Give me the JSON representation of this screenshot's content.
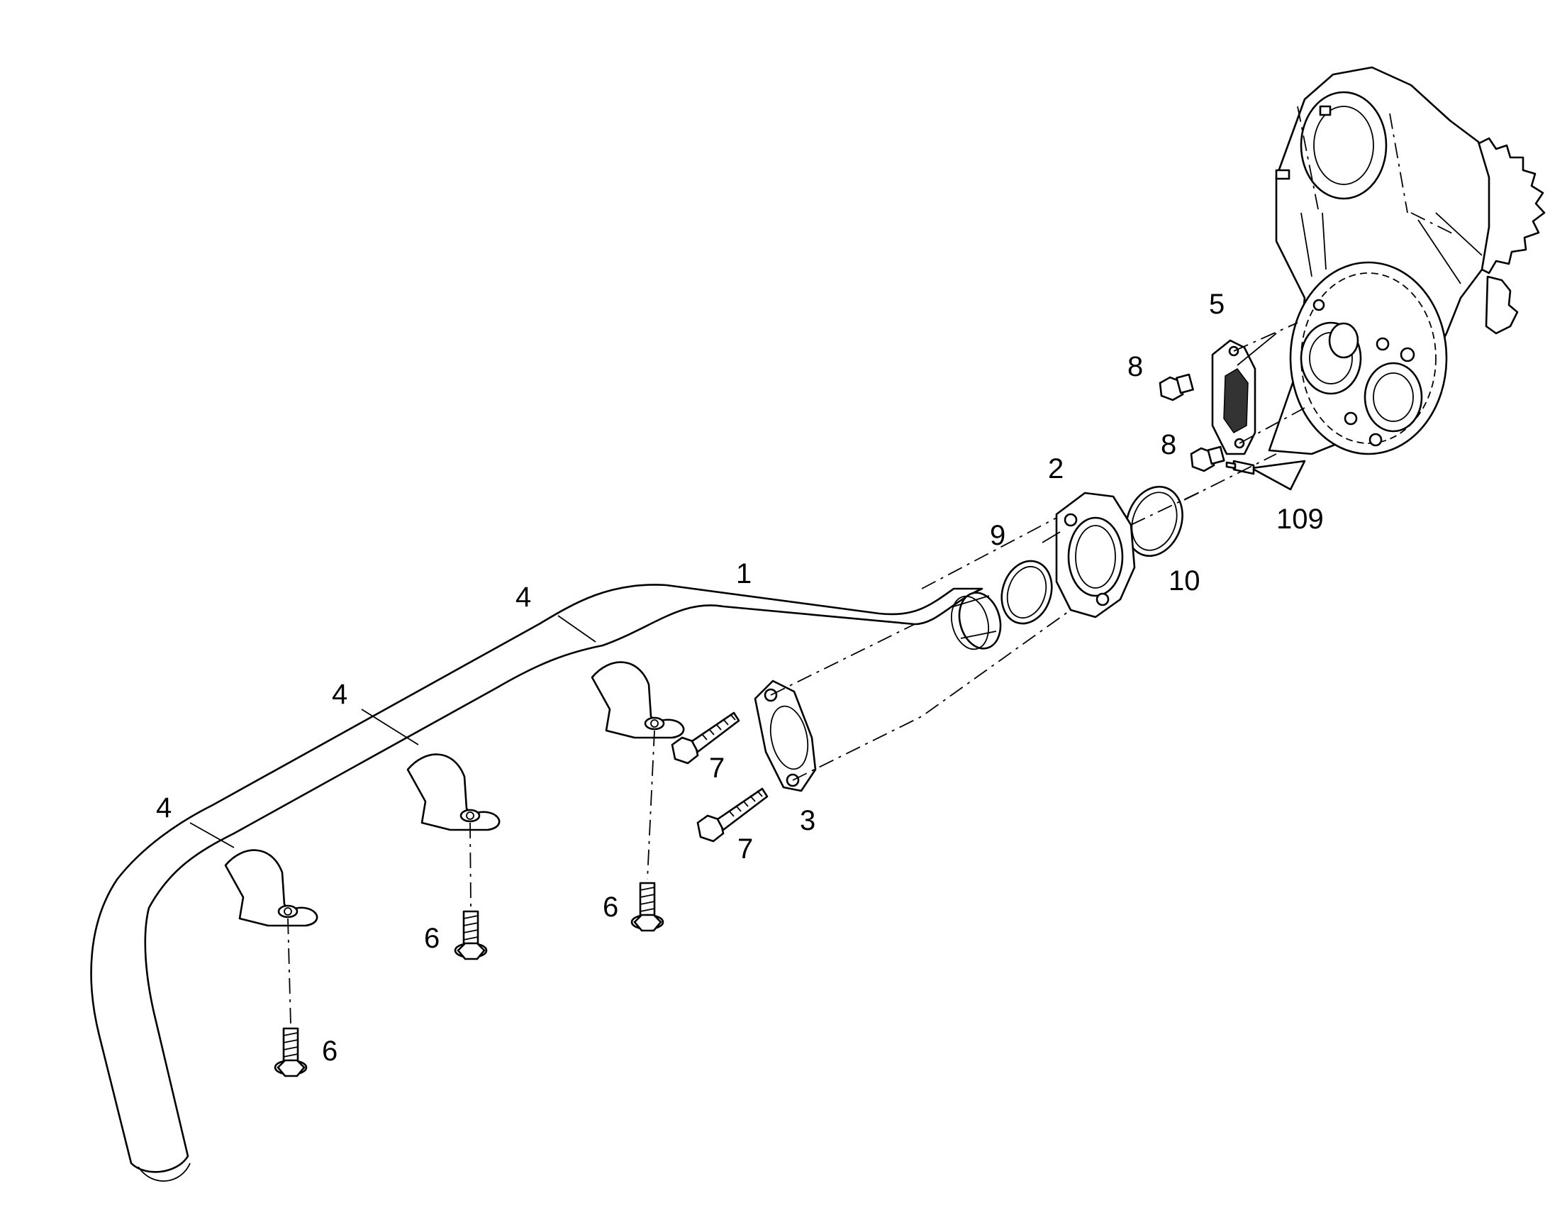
{
  "callouts": {
    "pipe": "1",
    "flange": "2",
    "gasket_flange": "3",
    "clamp_a": "4",
    "clamp_b": "4",
    "clamp_c": "4",
    "strainer": "5",
    "bolt_clamp_a": "6",
    "bolt_clamp_b": "6",
    "bolt_clamp_c": "6",
    "bolt_flange_upper": "7",
    "bolt_flange_lower": "7",
    "bolt_strainer_upper": "8",
    "bolt_strainer_lower": "8",
    "o_ring_small": "9",
    "o_ring_large": "10",
    "sealant": "109"
  }
}
